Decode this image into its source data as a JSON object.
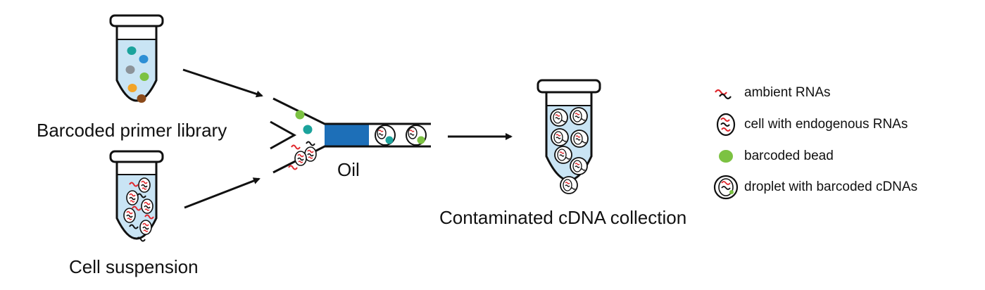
{
  "labels": {
    "primer_library": "Barcoded primer library",
    "cell_suspension": "Cell suspension",
    "oil": "Oil",
    "collection": "Contaminated cDNA collection"
  },
  "legend": {
    "items": [
      {
        "text": "ambient RNAs",
        "icon": "ambient-rna-icon"
      },
      {
        "text": "cell with endogenous RNAs",
        "icon": "cell-icon"
      },
      {
        "text": "barcoded bead",
        "icon": "bead-icon"
      },
      {
        "text": "droplet with barcoded cDNAs",
        "icon": "droplet-icon"
      }
    ]
  },
  "colors": {
    "tube_liquid": "#c9e4f4",
    "oil_channel": "#1d6fb8",
    "ambient_rna": "#e0262b",
    "endogenous_rna": "#111111",
    "bead_green": "#7cc242",
    "bead_teal": "#1ba39c",
    "bead_blue": "#2d8fd5",
    "bead_gray": "#8c9399",
    "bead_orange": "#f2a428",
    "bead_brown": "#8b4a1a"
  }
}
